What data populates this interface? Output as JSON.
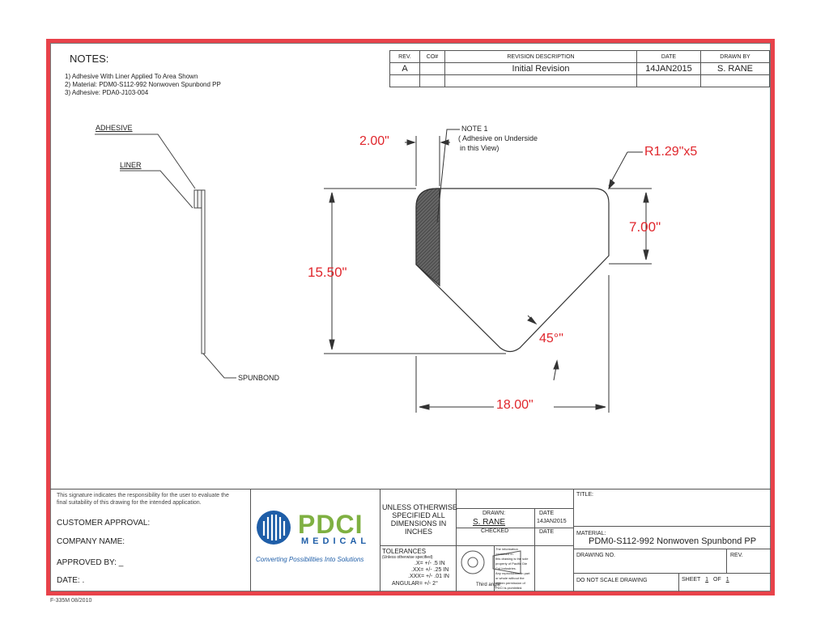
{
  "notes": {
    "heading": "NOTES:",
    "items": [
      "1) Adhesive With Liner Applied To Area Shown",
      "2) Material: PDM0-S112-992 Nonwoven Spunbond PP",
      "3) Adhesive: PDA0-J103-004"
    ]
  },
  "revision_table": {
    "headers": {
      "rev": "REV.",
      "co": "CO#",
      "desc": "REVISION DESCRIPTION",
      "date": "DATE",
      "drawn": "DRAWN BY"
    },
    "row": {
      "rev": "A",
      "co": "",
      "desc": "Initial Revision",
      "date": "14JAN2015",
      "drawn": "S. RANE"
    }
  },
  "side_view": {
    "adhesive": "ADHESIVE",
    "liner": "LINER",
    "spunbond": "SPUNBOND"
  },
  "part_view": {
    "note1": [
      "NOTE 1",
      "( Adhesive on Underside",
      "in this View)"
    ],
    "dim_width_top": "2.00\"",
    "dim_radius": "R1.29\"x5",
    "dim_height": "15.50\"",
    "dim_side": "7.00\"",
    "dim_angle": "45°\"",
    "dim_width": "18.00\""
  },
  "approval": {
    "disclaimer_1": "This signature indicates the responsibility for the user to evaluate the",
    "disclaimer_2": "final suitability of this drawing for the intended application.",
    "customer": "CUSTOMER APPROVAL:",
    "company": "COMPANY NAME:",
    "approved": "APPROVED BY: _",
    "date": "DATE: ."
  },
  "logo": {
    "name": "PDCI",
    "sub": "MEDICAL",
    "tagline": "Converting Possibilities Into Solutions"
  },
  "spec": {
    "unless_1": "UNLESS OTHERWISE",
    "unless_2": "SPECIFIED ALL",
    "unless_3": "DIMENSIONS IN",
    "unless_4": "INCHES",
    "tol_title": "TOLERANCES",
    "tol_sub": "(Unless otherwise specified)",
    "tol_1": ".X= +/- .5 IN",
    "tol_2": ".XX= +/- .25 IN",
    "tol_3": ".XXX= +/- .01 IN",
    "tol_4": "ANGULAR= +/- 2°",
    "third_angle": "Third angle"
  },
  "drawn_block": {
    "drawn_label": "DRAWN:",
    "drawn_value": "S. RANE",
    "checked_label": "CHECKED",
    "date_label": "DATE",
    "date_value": "14JAN2015",
    "date_label2": "DATE",
    "prop_1": "The information",
    "prop_2": "contained in",
    "prop_3": "this drawing is the sole",
    "prop_4": "property of Pacific Die",
    "prop_5": "Cut Industries.",
    "prop_6": "Any reproduction in part",
    "prop_7": "or whole without the",
    "prop_8": "written permission of",
    "prop_9": "PDCI is prohibited."
  },
  "title_block": {
    "title_label": "TITLE:",
    "material_label": "MATERIAL:",
    "material_value": "PDM0-S112-992 Nonwoven Spunbond PP",
    "drawing_no": "DRAWING NO.",
    "rev": "REV.",
    "no_scale": "DO NOT SCALE DRAWING",
    "sheet": "SHEET",
    "sheet_num": "1",
    "of": "OF",
    "sheet_total": "1"
  },
  "form_id": "F-335M   08/2010",
  "colors": {
    "border": "#e8424a",
    "dimension": "#e0262c",
    "logo_blue": "#1f5ea8",
    "logo_green": "#7fb042"
  }
}
